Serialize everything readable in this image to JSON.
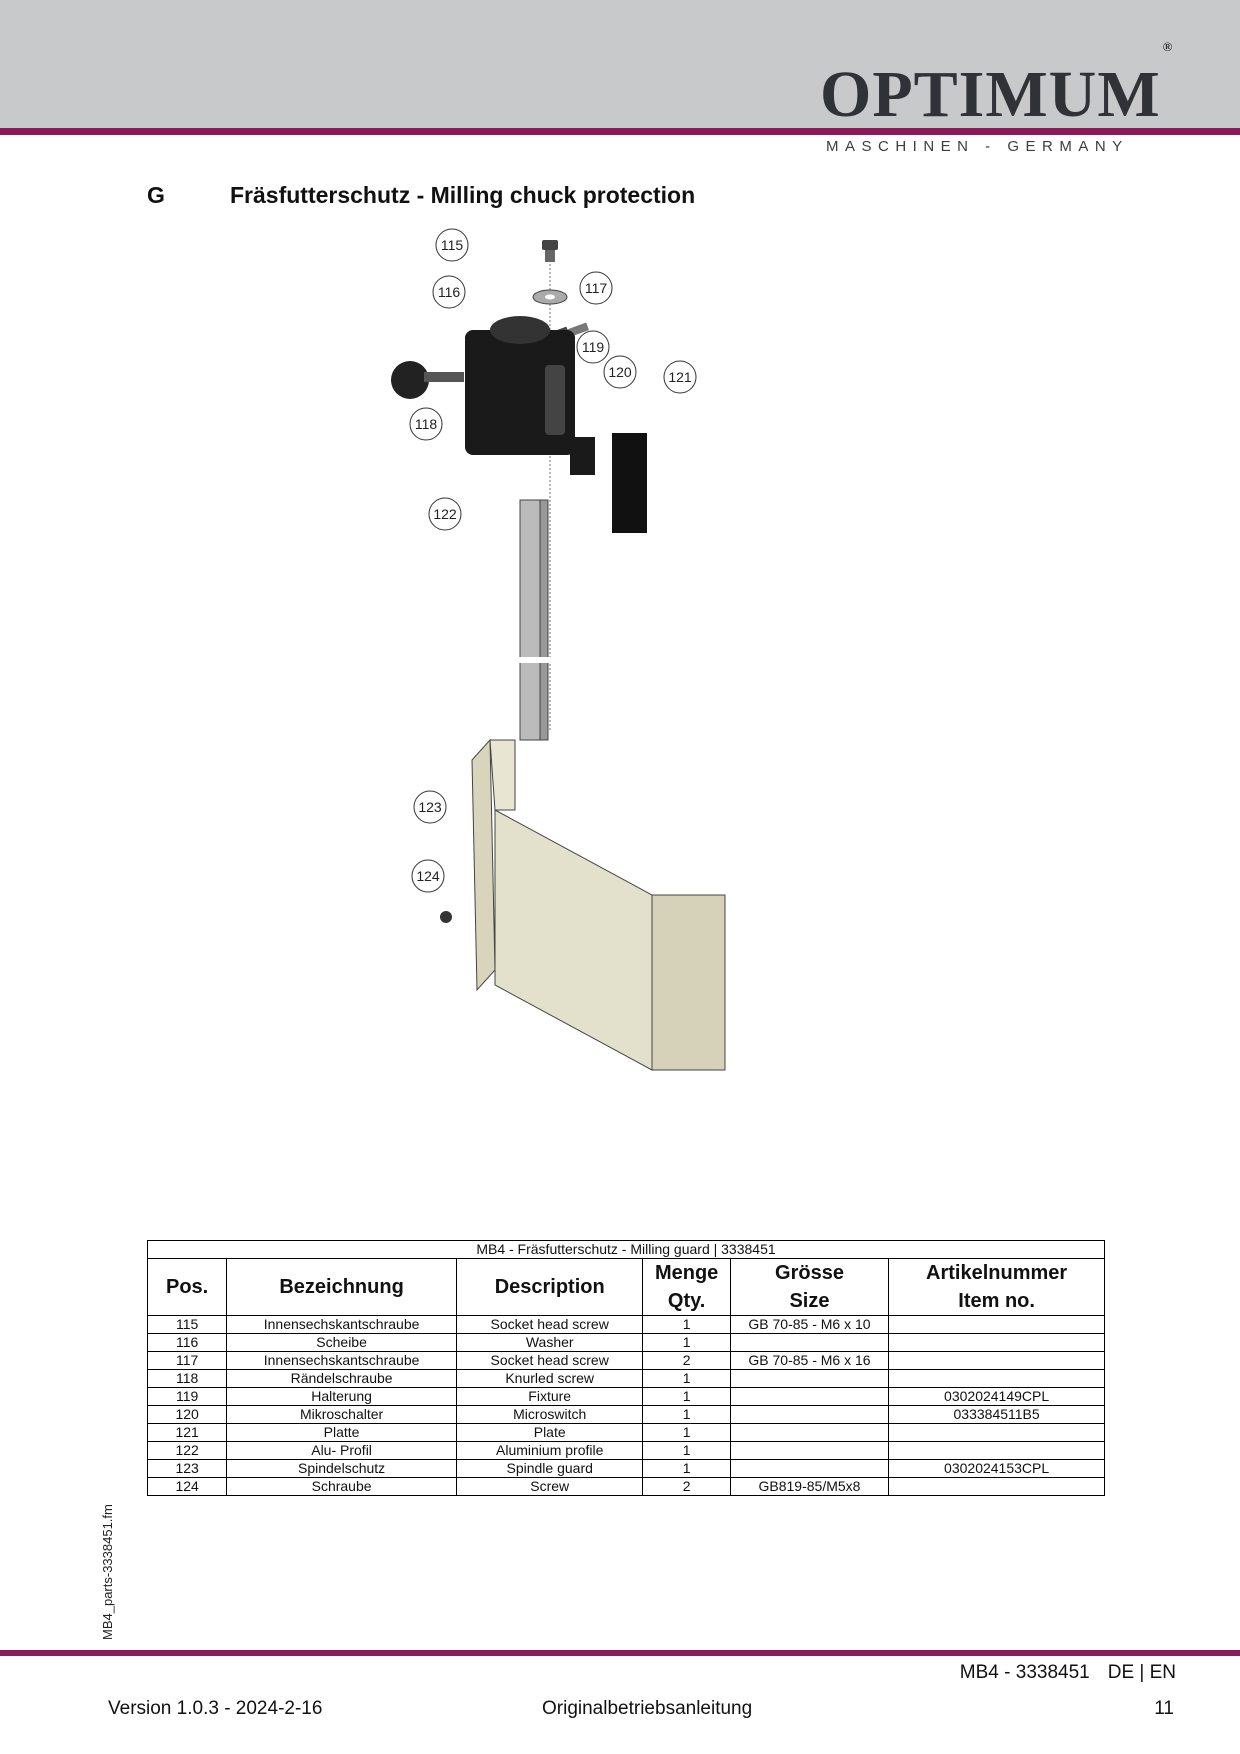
{
  "header": {
    "brand": "OPTIMUM",
    "registered": "®",
    "tagline": "MASCHINEN - GERMANY"
  },
  "section": {
    "letter": "G",
    "title": "Fräsfutterschutz - Milling chuck protection"
  },
  "diagram": {
    "callouts": [
      "115",
      "116",
      "117",
      "119",
      "120",
      "121",
      "118",
      "122",
      "123",
      "124"
    ]
  },
  "table": {
    "caption": "MB4 - Fräsfutterschutz - Milling guard | 3338451",
    "headers": {
      "pos": "Pos.",
      "bezeichnung": "Bezeichnung",
      "description": "Description",
      "menge": "Menge",
      "qty": "Qty.",
      "groesse": "Grösse",
      "size": "Size",
      "artikelnummer": "Artikelnummer",
      "itemno": "Item no."
    },
    "rows": [
      {
        "pos": "115",
        "bez": "Innensechskantschraube",
        "desc": "Socket head screw",
        "qty": "1",
        "size": "GB 70-85 - M6 x 10",
        "item": ""
      },
      {
        "pos": "116",
        "bez": "Scheibe",
        "desc": "Washer",
        "qty": "1",
        "size": "",
        "item": ""
      },
      {
        "pos": "117",
        "bez": "Innensechskantschraube",
        "desc": "Socket head screw",
        "qty": "2",
        "size": "GB 70-85 - M6 x 16",
        "item": ""
      },
      {
        "pos": "118",
        "bez": "Rändelschraube",
        "desc": "Knurled screw",
        "qty": "1",
        "size": "",
        "item": ""
      },
      {
        "pos": "119",
        "bez": "Halterung",
        "desc": "Fixture",
        "qty": "1",
        "size": "",
        "item": "0302024149CPL"
      },
      {
        "pos": "120",
        "bez": "Mikroschalter",
        "desc": "Microswitch",
        "qty": "1",
        "size": "",
        "item": "033384511B5"
      },
      {
        "pos": "121",
        "bez": "Platte",
        "desc": "Plate",
        "qty": "1",
        "size": "",
        "item": ""
      },
      {
        "pos": "122",
        "bez": "Alu- Profil",
        "desc": "Aluminium profile",
        "qty": "1",
        "size": "",
        "item": ""
      },
      {
        "pos": "123",
        "bez": "Spindelschutz",
        "desc": "Spindle guard",
        "qty": "1",
        "size": "",
        "item": "0302024153CPL"
      },
      {
        "pos": "124",
        "bez": "Schraube",
        "desc": "Screw",
        "qty": "2",
        "size": "GB819-85/M5x8",
        "item": ""
      }
    ]
  },
  "side_label": "MB4_parts-3338451.fm",
  "footer": {
    "model": "MB4 - 3338451",
    "lang": "DE | EN",
    "version": "Version 1.0.3 - 2024-2-16",
    "doc": "Originalbetriebsanleitung",
    "page": "11"
  },
  "colors": {
    "header_band": "#c8c9cb",
    "accent_rule": "#8a1a5a",
    "guard_fill": "#e3e0cc"
  }
}
